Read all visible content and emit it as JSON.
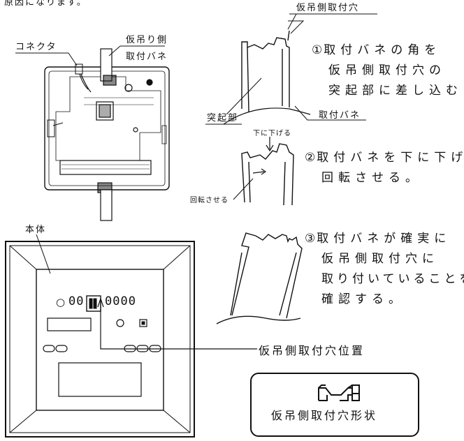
{
  "texts": {
    "top_note": "原因になります。",
    "connector": "コネクタ",
    "temp_side_spring": "仮吊り側",
    "temp_side_spring_2": "取付バネ",
    "main_unit": "本体",
    "hole_position": "仮吊側取付穴位置",
    "hole_shape": "仮吊側取付穴形状",
    "mount_hole_label": "仮吊側取付穴",
    "protrusion": "突起部",
    "mount_spring": "取付バネ",
    "lower_it": "下に下げる",
    "rotate_it": "回転させる"
  },
  "steps": [
    {
      "num": "①",
      "lines": [
        "取付バネの角を",
        "仮吊側取付穴の",
        "突起部に差し込む"
      ]
    },
    {
      "num": "②",
      "lines": [
        "取付バネを下に下げ",
        "回転させる。"
      ]
    },
    {
      "num": "③",
      "lines": [
        "取付バネが確実に",
        "仮吊側取付穴に",
        "取り付いていることを",
        "確認する。"
      ]
    }
  ],
  "panel": {
    "circles": [
      "○",
      "○"
    ],
    "zeros": "0000",
    "left_double": "00"
  }
}
